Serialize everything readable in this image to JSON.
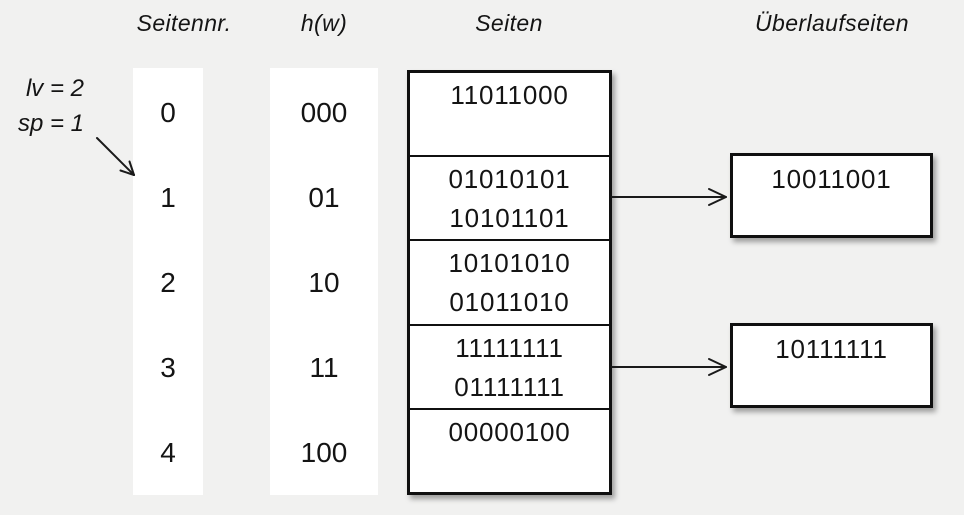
{
  "headers": {
    "seitennr": "Seitennr.",
    "hw": "h(w)",
    "seiten": "Seiten",
    "ueberlaufseiten": "Überlaufseiten"
  },
  "annotation": {
    "lv": "lv = 2",
    "sp": "sp = 1"
  },
  "rows": [
    {
      "nr": "0",
      "hash": "000",
      "line1": "11011000",
      "line2": "",
      "overflow": ""
    },
    {
      "nr": "1",
      "hash": "01",
      "line1": "01010101",
      "line2": "10101101",
      "overflow": "10011001"
    },
    {
      "nr": "2",
      "hash": "10",
      "line1": "10101010",
      "line2": "01011010",
      "overflow": ""
    },
    {
      "nr": "3",
      "hash": "11",
      "line1": "11111111",
      "line2": "01111111",
      "overflow": "10111111"
    },
    {
      "nr": "4",
      "hash": "100",
      "line1": "00000100",
      "line2": "",
      "overflow": ""
    }
  ],
  "colors": {
    "background": "#f1f1f0",
    "box_fill": "#ffffff",
    "box_border": "#101010",
    "text": "#141414"
  }
}
